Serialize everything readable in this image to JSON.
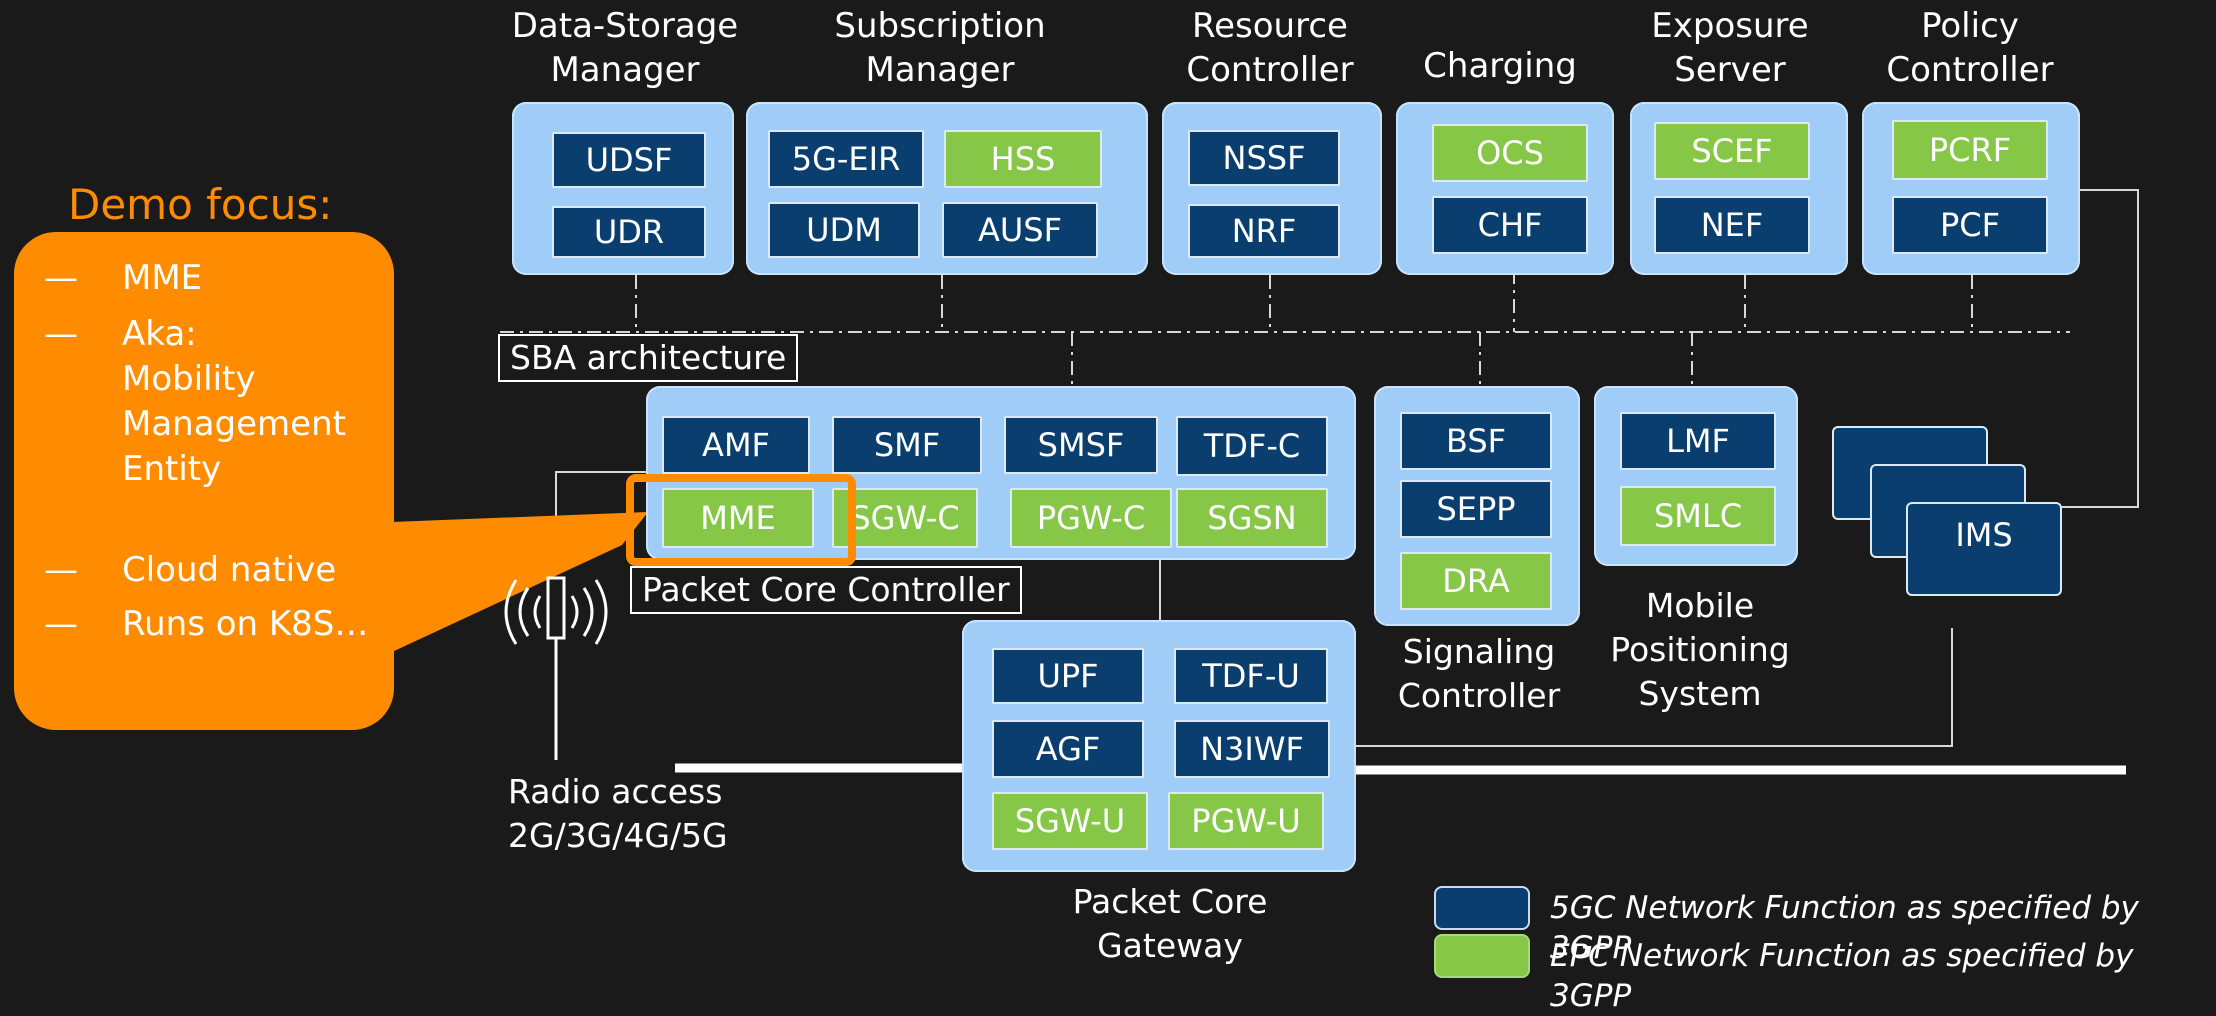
{
  "headers": {
    "data_storage": "Data-Storage\nManager",
    "subscription": "Subscription\nManager",
    "resource": "Resource\nController",
    "charging": "Charging",
    "exposure": "Exposure\nServer",
    "policy": "Policy\nController"
  },
  "nf": {
    "udsf": "UDSF",
    "udr": "UDR",
    "eir": "5G-EIR",
    "hss": "HSS",
    "udm": "UDM",
    "ausf": "AUSF",
    "nssf": "NSSF",
    "nrf": "NRF",
    "ocs": "OCS",
    "chf": "CHF",
    "scef": "SCEF",
    "nef": "NEF",
    "pcrf": "PCRF",
    "pcf": "PCF",
    "amf": "AMF",
    "smf": "SMF",
    "smsf": "SMSF",
    "tdfc": "TDF-C",
    "mme": "MME",
    "sgwc": "SGW-C",
    "pgwc": "PGW-C",
    "sgsn": "SGSN",
    "bsf": "BSF",
    "sepp": "SEPP",
    "dra": "DRA",
    "lmf": "LMF",
    "smlc": "SMLC",
    "ims": "IMS",
    "upf": "UPF",
    "tdfu": "TDF-U",
    "agf": "AGF",
    "n3iwf": "N3IWF",
    "sgwu": "SGW-U",
    "pgwu": "PGW-U"
  },
  "labels": {
    "sba": "SBA architecture",
    "pcc": "Packet Core Controller",
    "signaling": "Signaling\nController",
    "mobile_pos": "Mobile\nPositioning\nSystem",
    "radio": "Radio access\n2G/3G/4G/5G",
    "pcg": "Packet Core\nGateway"
  },
  "demo": {
    "title": "Demo focus:",
    "dash": "—",
    "items": [
      "MME",
      "Aka:\nMobility\nManagement\nEntity",
      "Cloud native",
      "Runs on K8S…"
    ]
  },
  "legend": {
    "fivegc": "5GC Network Function as specified by 3GPP",
    "epc": "EPC Network Function as specified by 3GPP"
  },
  "colors": {
    "background": "#1a1a1a",
    "nf_5gc": "#0a3e6e",
    "nf_epc": "#86c748",
    "group": "#9fcdf7",
    "focus": "#ff8c00"
  }
}
